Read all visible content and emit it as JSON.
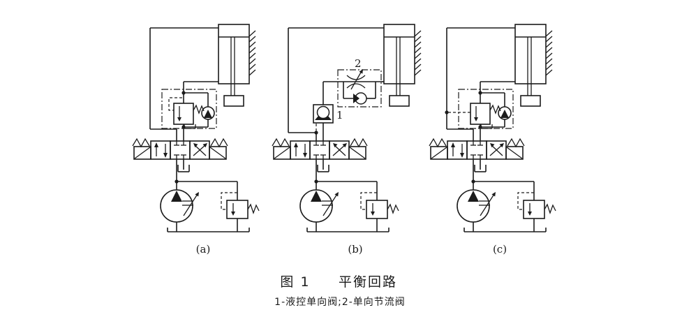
{
  "figure": {
    "caption_prefix": "图 1",
    "caption_title": "平衡回路",
    "legend": "1-液控单向阀;2-单向节流阀"
  },
  "circuits": {
    "a": {
      "label": "(a)"
    },
    "b": {
      "label": "(b)",
      "valve1_label": "1",
      "valve2_label": "2"
    },
    "c": {
      "label": "(c)"
    }
  },
  "colors": {
    "line": "#1b1b1b",
    "background": "#ffffff"
  }
}
